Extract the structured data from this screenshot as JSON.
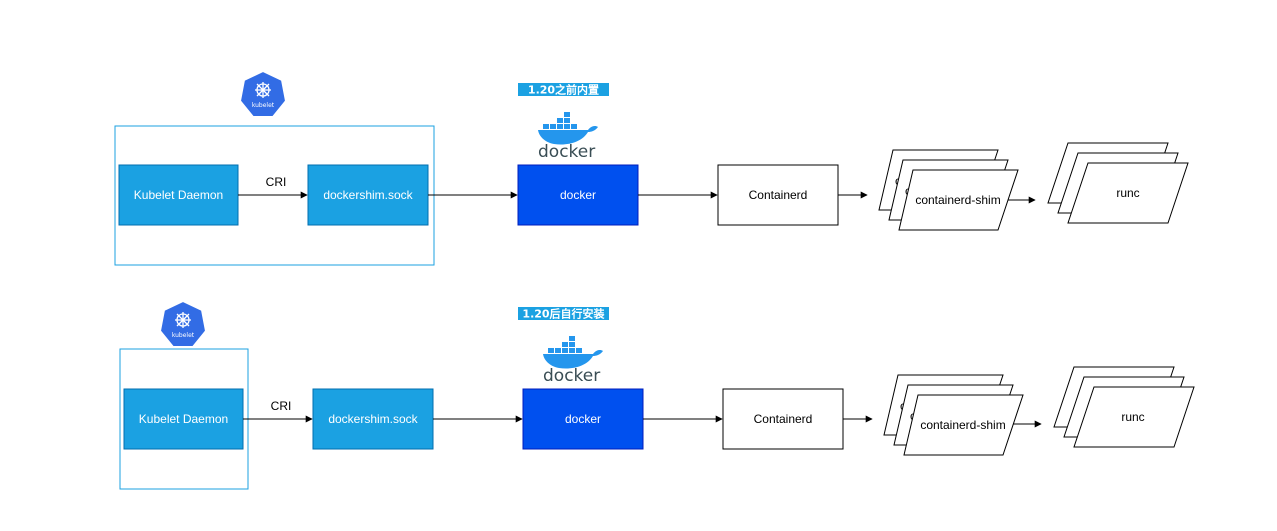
{
  "colors": {
    "blue_box": "#1ba1e2",
    "docker_box": "#0050ef",
    "outline": "#1ba1e2",
    "k8s": "#326ce5",
    "tag_bg": "#1ba1e2",
    "docker_whale": "#2496ed",
    "docker_text": "#394d54"
  },
  "rows": [
    {
      "kubelet_icon_label": "kubelet",
      "kubelet_box": "Kubelet Daemon",
      "edge_label": "CRI",
      "shim_box": "dockershim.sock",
      "tag": "1.20之前内置",
      "docker_logo_text": "docker",
      "docker_box": "docker",
      "containerd_box": "Containerd",
      "containerd_shim_stack": {
        "front": "containerd-shim",
        "partial_back": "c",
        "partial_mid": "c"
      },
      "runc_box": "runc"
    },
    {
      "kubelet_icon_label": "kubelet",
      "kubelet_box": "Kubelet Daemon",
      "edge_label": "CRI",
      "shim_box": "dockershim.sock",
      "tag": "1.20后自行安装",
      "docker_logo_text": "docker",
      "docker_box": "docker",
      "containerd_box": "Containerd",
      "containerd_shim_stack": {
        "front": "containerd-shim",
        "partial_back": "c",
        "partial_mid": "c"
      },
      "runc_box": "runc"
    }
  ]
}
